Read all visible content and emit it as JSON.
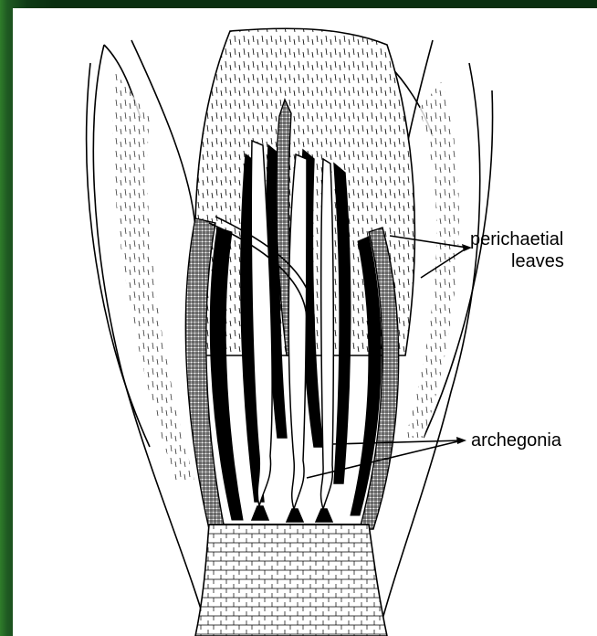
{
  "diagram": {
    "labels": {
      "perichaetial_leaves_line1": "perichaetial",
      "perichaetial_leaves_line2": "leaves",
      "archegonia": "archegonia"
    }
  },
  "colors": {
    "background_green": "#0a2f10",
    "panel_white": "#ffffff",
    "ink": "#000000"
  }
}
